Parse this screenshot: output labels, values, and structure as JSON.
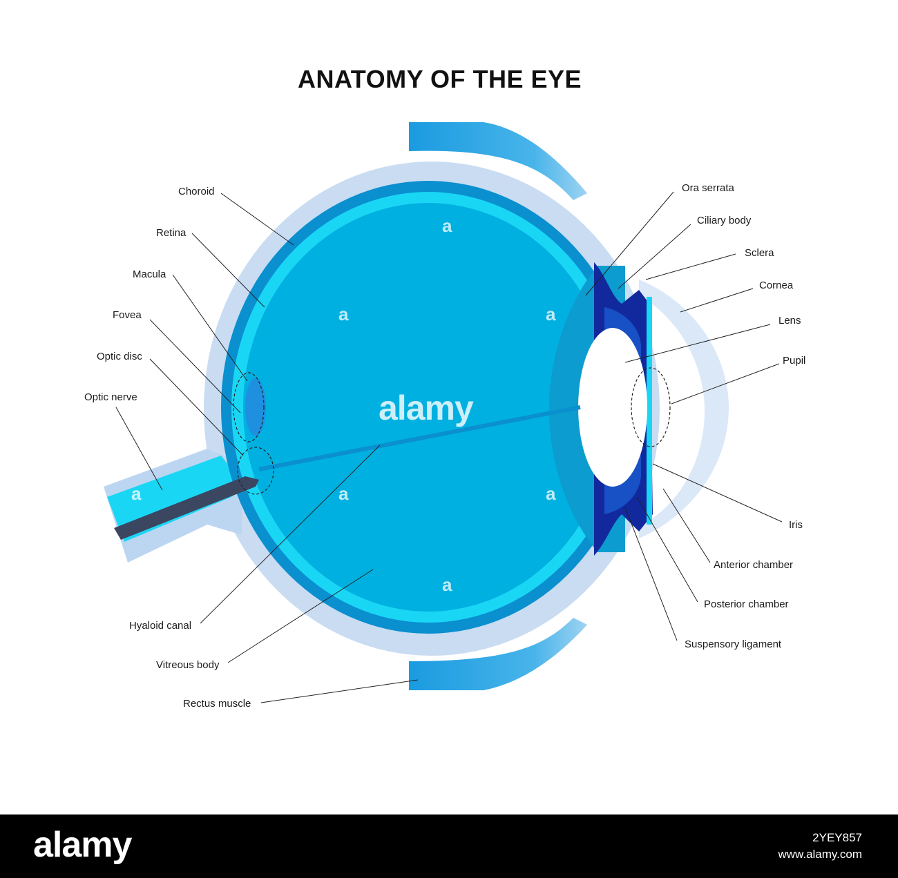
{
  "title": "ANATOMY OF THE EYE",
  "labels": {
    "choroid": "Choroid",
    "retina": "Retina",
    "macula": "Macula",
    "fovea": "Fovea",
    "optic_disc": "Optic disc",
    "optic_nerve": "Optic nerve",
    "hyaloid_canal": "Hyaloid canal",
    "vitreous_body": "Vitreous body",
    "rectus_muscle": "Rectus muscle",
    "ora_serrata": "Ora serrata",
    "ciliary_body": "Ciliary body",
    "sclera": "Sclera",
    "cornea": "Cornea",
    "lens": "Lens",
    "pupil": "Pupil",
    "iris": "Iris",
    "anterior_chamber": "Anterior chamber",
    "posterior_chamber": "Posterior chamber",
    "suspensory_ligament": "Suspensory ligament"
  },
  "watermark": {
    "center": "alamy",
    "mark": "a"
  },
  "footer": {
    "brand": "alamy",
    "image_id": "2YEY857",
    "site": "www.alamy.com"
  },
  "colors": {
    "sclera": "#c9dcf2",
    "choroid": "#0a8fcf",
    "retina": "#1ad6f5",
    "vitreous": "#00b0e0",
    "ciliary": "#12299e",
    "muscle": "#1a9be0",
    "nerve_core": "#3b4660",
    "cornea": "#dbe8f8"
  }
}
